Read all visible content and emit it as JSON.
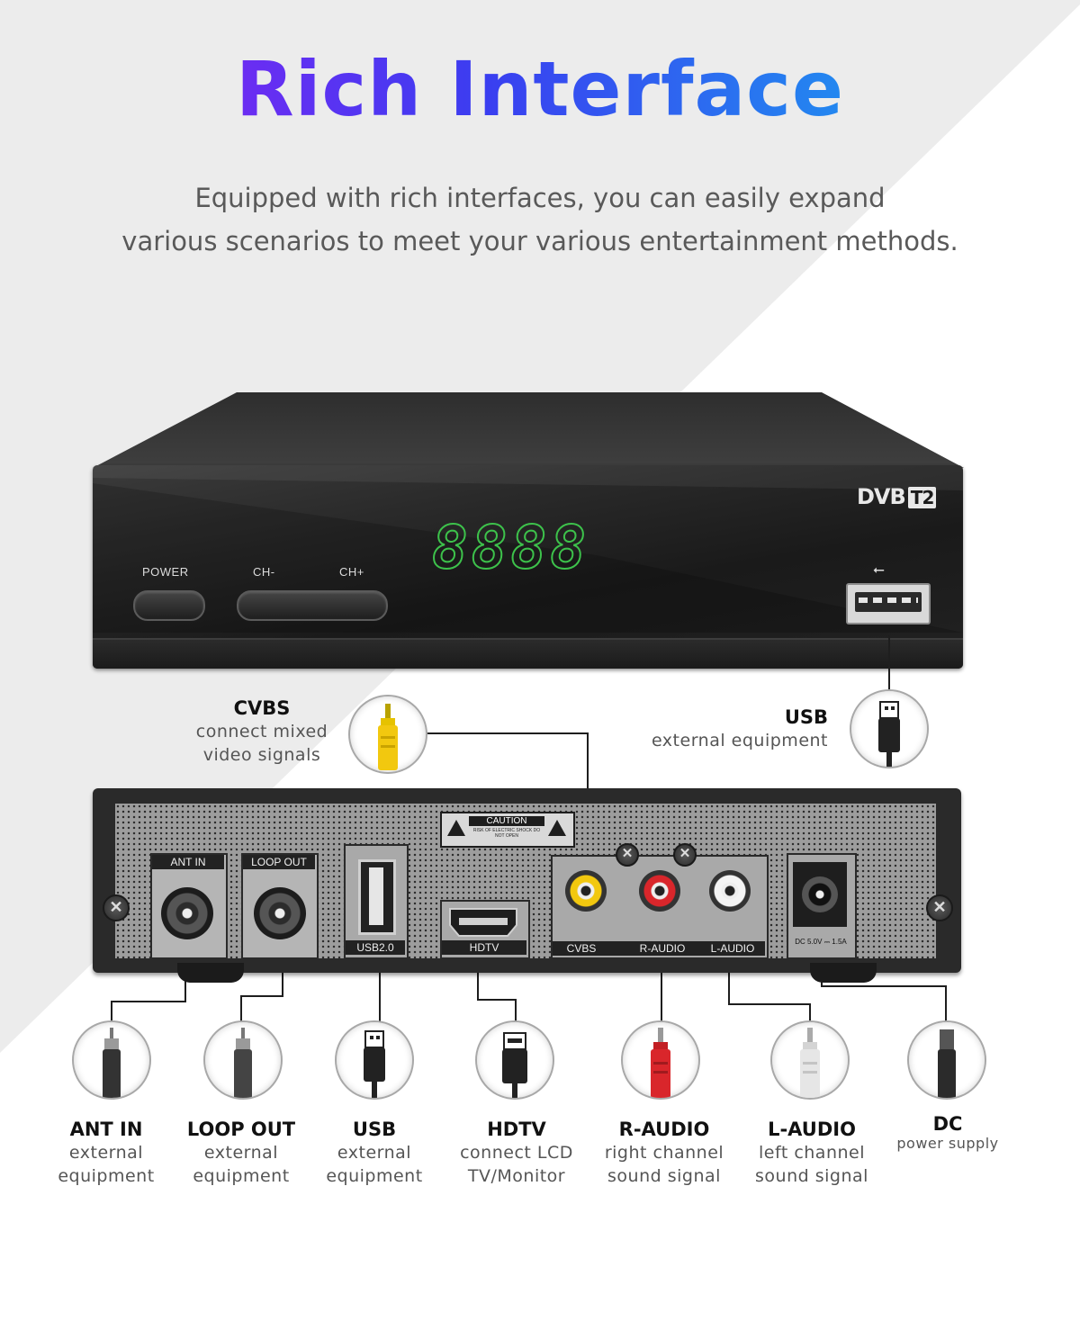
{
  "header": {
    "title": "Rich Interface",
    "subtitle_line1": "Equipped with rich interfaces, you can easily expand",
    "subtitle_line2": "various scenarios to meet your various entertainment methods."
  },
  "front_panel": {
    "power_label": "POWER",
    "ch_minus_label": "CH-",
    "ch_plus_label": "CH+",
    "display_digits": "8888",
    "logo": "DVB",
    "logo_badge": "T2"
  },
  "back_panel": {
    "caution_title": "CAUTION",
    "caution_text": "RISK OF ELECTRIC SHOCK DO NOT OPEN",
    "ports": {
      "ant_in": "ANT IN",
      "loop_out": "LOOP OUT",
      "usb": "USB2.0",
      "hdtv": "HDTV",
      "cvbs": "CVBS",
      "r_audio": "R-AUDIO",
      "l_audio": "L-AUDIO",
      "dc": "DC 5.0V ⎓ 1.5A"
    }
  },
  "callouts": {
    "cvbs": {
      "title": "CVBS",
      "line1": "connect mixed",
      "line2": "video signals"
    },
    "usb_front": {
      "title": "USB",
      "line1": "external equipment"
    },
    "ant_in": {
      "title": "ANT IN",
      "line1": "external",
      "line2": "equipment"
    },
    "loop_out": {
      "title": "LOOP OUT",
      "line1": "external",
      "line2": "equipment"
    },
    "usb": {
      "title": "USB",
      "line1": "external",
      "line2": "equipment"
    },
    "hdtv": {
      "title": "HDTV",
      "line1": "connect LCD",
      "line2": "TV/Monitor"
    },
    "r_audio": {
      "title": "R-AUDIO",
      "line1": "right channel",
      "line2": "sound signal"
    },
    "l_audio": {
      "title": "L-AUDIO",
      "line1": "left channel",
      "line2": "sound signal"
    },
    "dc": {
      "title": "DC",
      "line1": "power supply"
    }
  },
  "colors": {
    "title_gradient": [
      "#9b1cf5",
      "#3a3ef0",
      "#13b9ef"
    ],
    "led": "#3dc24b",
    "cvbs_plug": "#f2c80f",
    "r_audio_plug": "#d9262b",
    "l_audio_plug": "#eeeeee"
  }
}
